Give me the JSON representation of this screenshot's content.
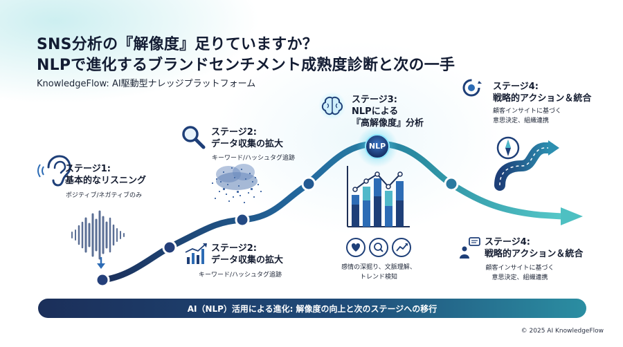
{
  "header": {
    "title_line1": "SNS分析の『解像度』足りていますか？",
    "title_line2": "NLPで進化するブランドセンチメント成熟度診断と次の一手",
    "subtitle": "KnowledgeFlow: AI駆動型ナレッジプラットフォーム"
  },
  "stages": {
    "stage1": {
      "title_line1": "ステージ1:",
      "title_line2": "基本的なリスニング",
      "desc": "ポジティブ/ネガティブのみ"
    },
    "stage2_upper": {
      "title_line1": "ステージ2:",
      "title_line2": "データ収集の拡大",
      "desc": "キーワード/ハッシュタグ追跡"
    },
    "stage2_lower": {
      "title_line1": "ステージ2:",
      "title_line2": "データ収集の拡大",
      "desc": "キーワード/ハッシュタグ追跡"
    },
    "stage3": {
      "title_line1": "ステージ3:",
      "title_line2": "NLPによる",
      "title_line3": "『高解像度』分析",
      "badge": "NLP",
      "desc_line1": "感情の深掘り、文脈理解、",
      "desc_line2": "トレンド検知"
    },
    "stage4_upper": {
      "title_line1": "ステージ4:",
      "title_line2": "戦略的アクション＆統合",
      "desc_line1": "顧客インサイトに基づく",
      "desc_line2": "意思決定、組織連携"
    },
    "stage4_lower": {
      "title_line1": "ステージ4:",
      "title_line2": "戦略的アクション＆統合",
      "desc_line1": "顧客インサイトに基づく",
      "desc_line2": "意思決定、組織連携"
    }
  },
  "icons": {
    "stage1": "ear-icon",
    "stage2_upper": "magnifier-icon",
    "stage2_lower": "bar-chart-icon",
    "stage3": "brain-icon",
    "stage4_upper": "compass-icon",
    "stage4_lower": "chat-person-icon"
  },
  "colors": {
    "navy": "#1b2f5a",
    "teal": "#2b8ea2",
    "cyan_glow": "#56d3ee",
    "accent_blue": "#2d6cb5"
  },
  "banner": {
    "text": "AI（NLP）活用による進化: 解像度の向上と次のステージへの移行"
  },
  "footer": {
    "copyright": "© 2025 AI KnowledgeFlow"
  }
}
